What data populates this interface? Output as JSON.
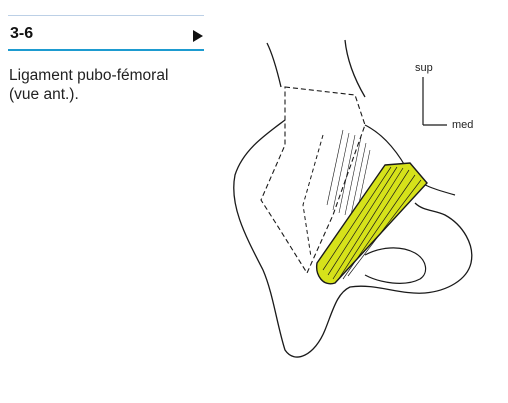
{
  "figure": {
    "number": "3-6",
    "next_icon": "play-triangle-icon",
    "caption_line1": "Ligament pubo-fémoral",
    "caption_line2": "(vue ant.)."
  },
  "orientation": {
    "up_label": "sup",
    "side_label": "med"
  },
  "colors": {
    "ligament_fill": "#d6e21a",
    "rule_accent": "#1d9bd0",
    "ink": "#1a1a1a"
  }
}
